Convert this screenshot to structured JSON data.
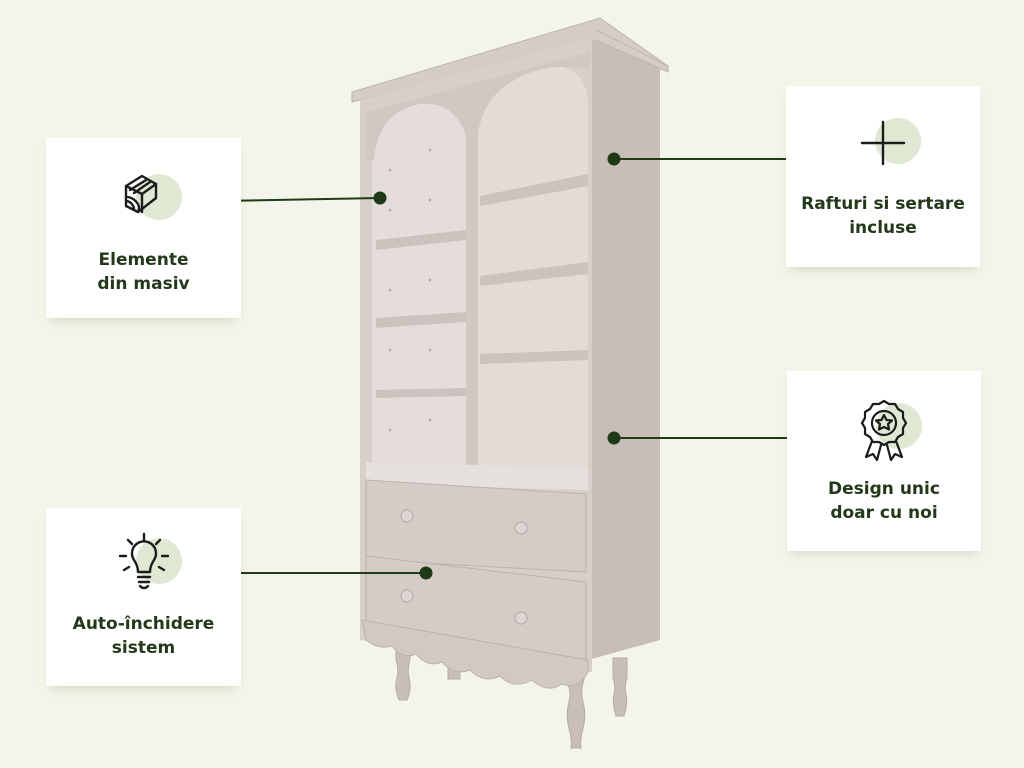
{
  "colors": {
    "background": "#f4f5ea",
    "card": "#ffffff",
    "text": "#23391a",
    "connector": "#1f3a16",
    "icon_halo": "#dfe8d3",
    "furniture": "#cfc5c0"
  },
  "features": [
    {
      "label": "Elemente\ndin masiv",
      "icon": "wood-log-icon"
    },
    {
      "label": "Rafturi si sertare\nincluse",
      "icon": "plus-icon"
    },
    {
      "label": "Auto-închidere\nsistem",
      "icon": "lightbulb-icon"
    },
    {
      "label": "Design unic\ndoar cu noi",
      "icon": "award-ribbon-icon"
    }
  ]
}
